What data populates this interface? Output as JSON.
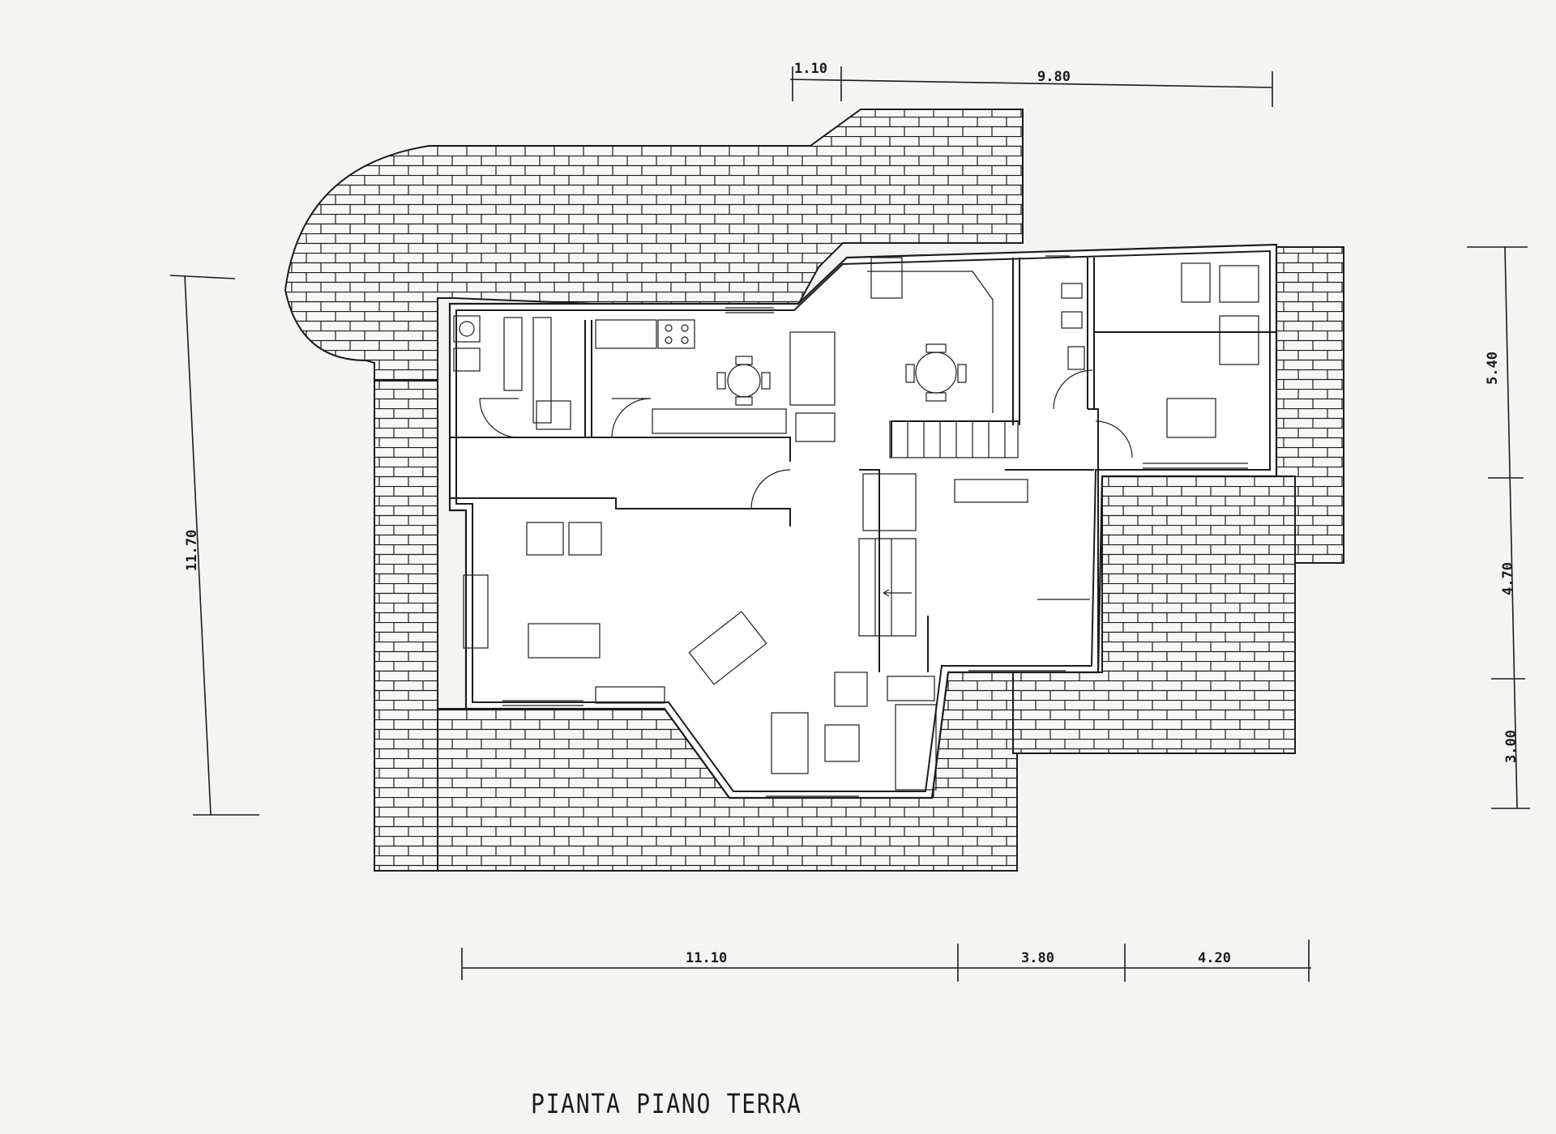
{
  "title": "PIANTA PIANO TERRA",
  "colors": {
    "ink": "#1c1c1c",
    "paper": "#f4f4f2",
    "floor": "#ffffff"
  },
  "dimensions": {
    "top": [
      {
        "value": "1.10"
      },
      {
        "value": "9.80"
      }
    ],
    "bottom": [
      {
        "value": "11.10"
      },
      {
        "value": "3.80"
      },
      {
        "value": "4.20"
      }
    ],
    "left": [
      {
        "value": "11.70"
      }
    ],
    "right": [
      {
        "value": "5.40"
      },
      {
        "value": "4.70"
      },
      {
        "value": "3.00"
      }
    ]
  }
}
